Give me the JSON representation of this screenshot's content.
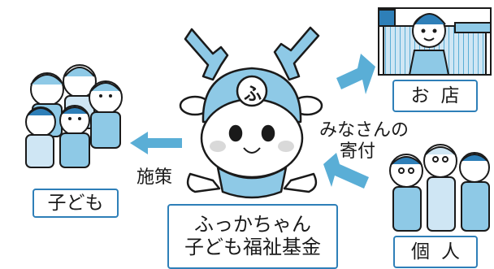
{
  "labels": {
    "shop": "お店",
    "individual": "個人",
    "children": "子ども",
    "fund_line1": "ふっかちゃん",
    "fund_line2": "子ども福祉基金",
    "policy": "施策",
    "donation_line1": "みなさんの",
    "donation_line2": "寄付",
    "mascot_hat_letter": "ふ"
  },
  "colors": {
    "accent_blue": "#2e7fb8",
    "arrow_blue": "#5aaed6",
    "light_blue": "#cfe6f4",
    "mascot_body": "#8ec9e6",
    "outline": "#1a1a1a",
    "cheek": "#d9d9d9"
  }
}
